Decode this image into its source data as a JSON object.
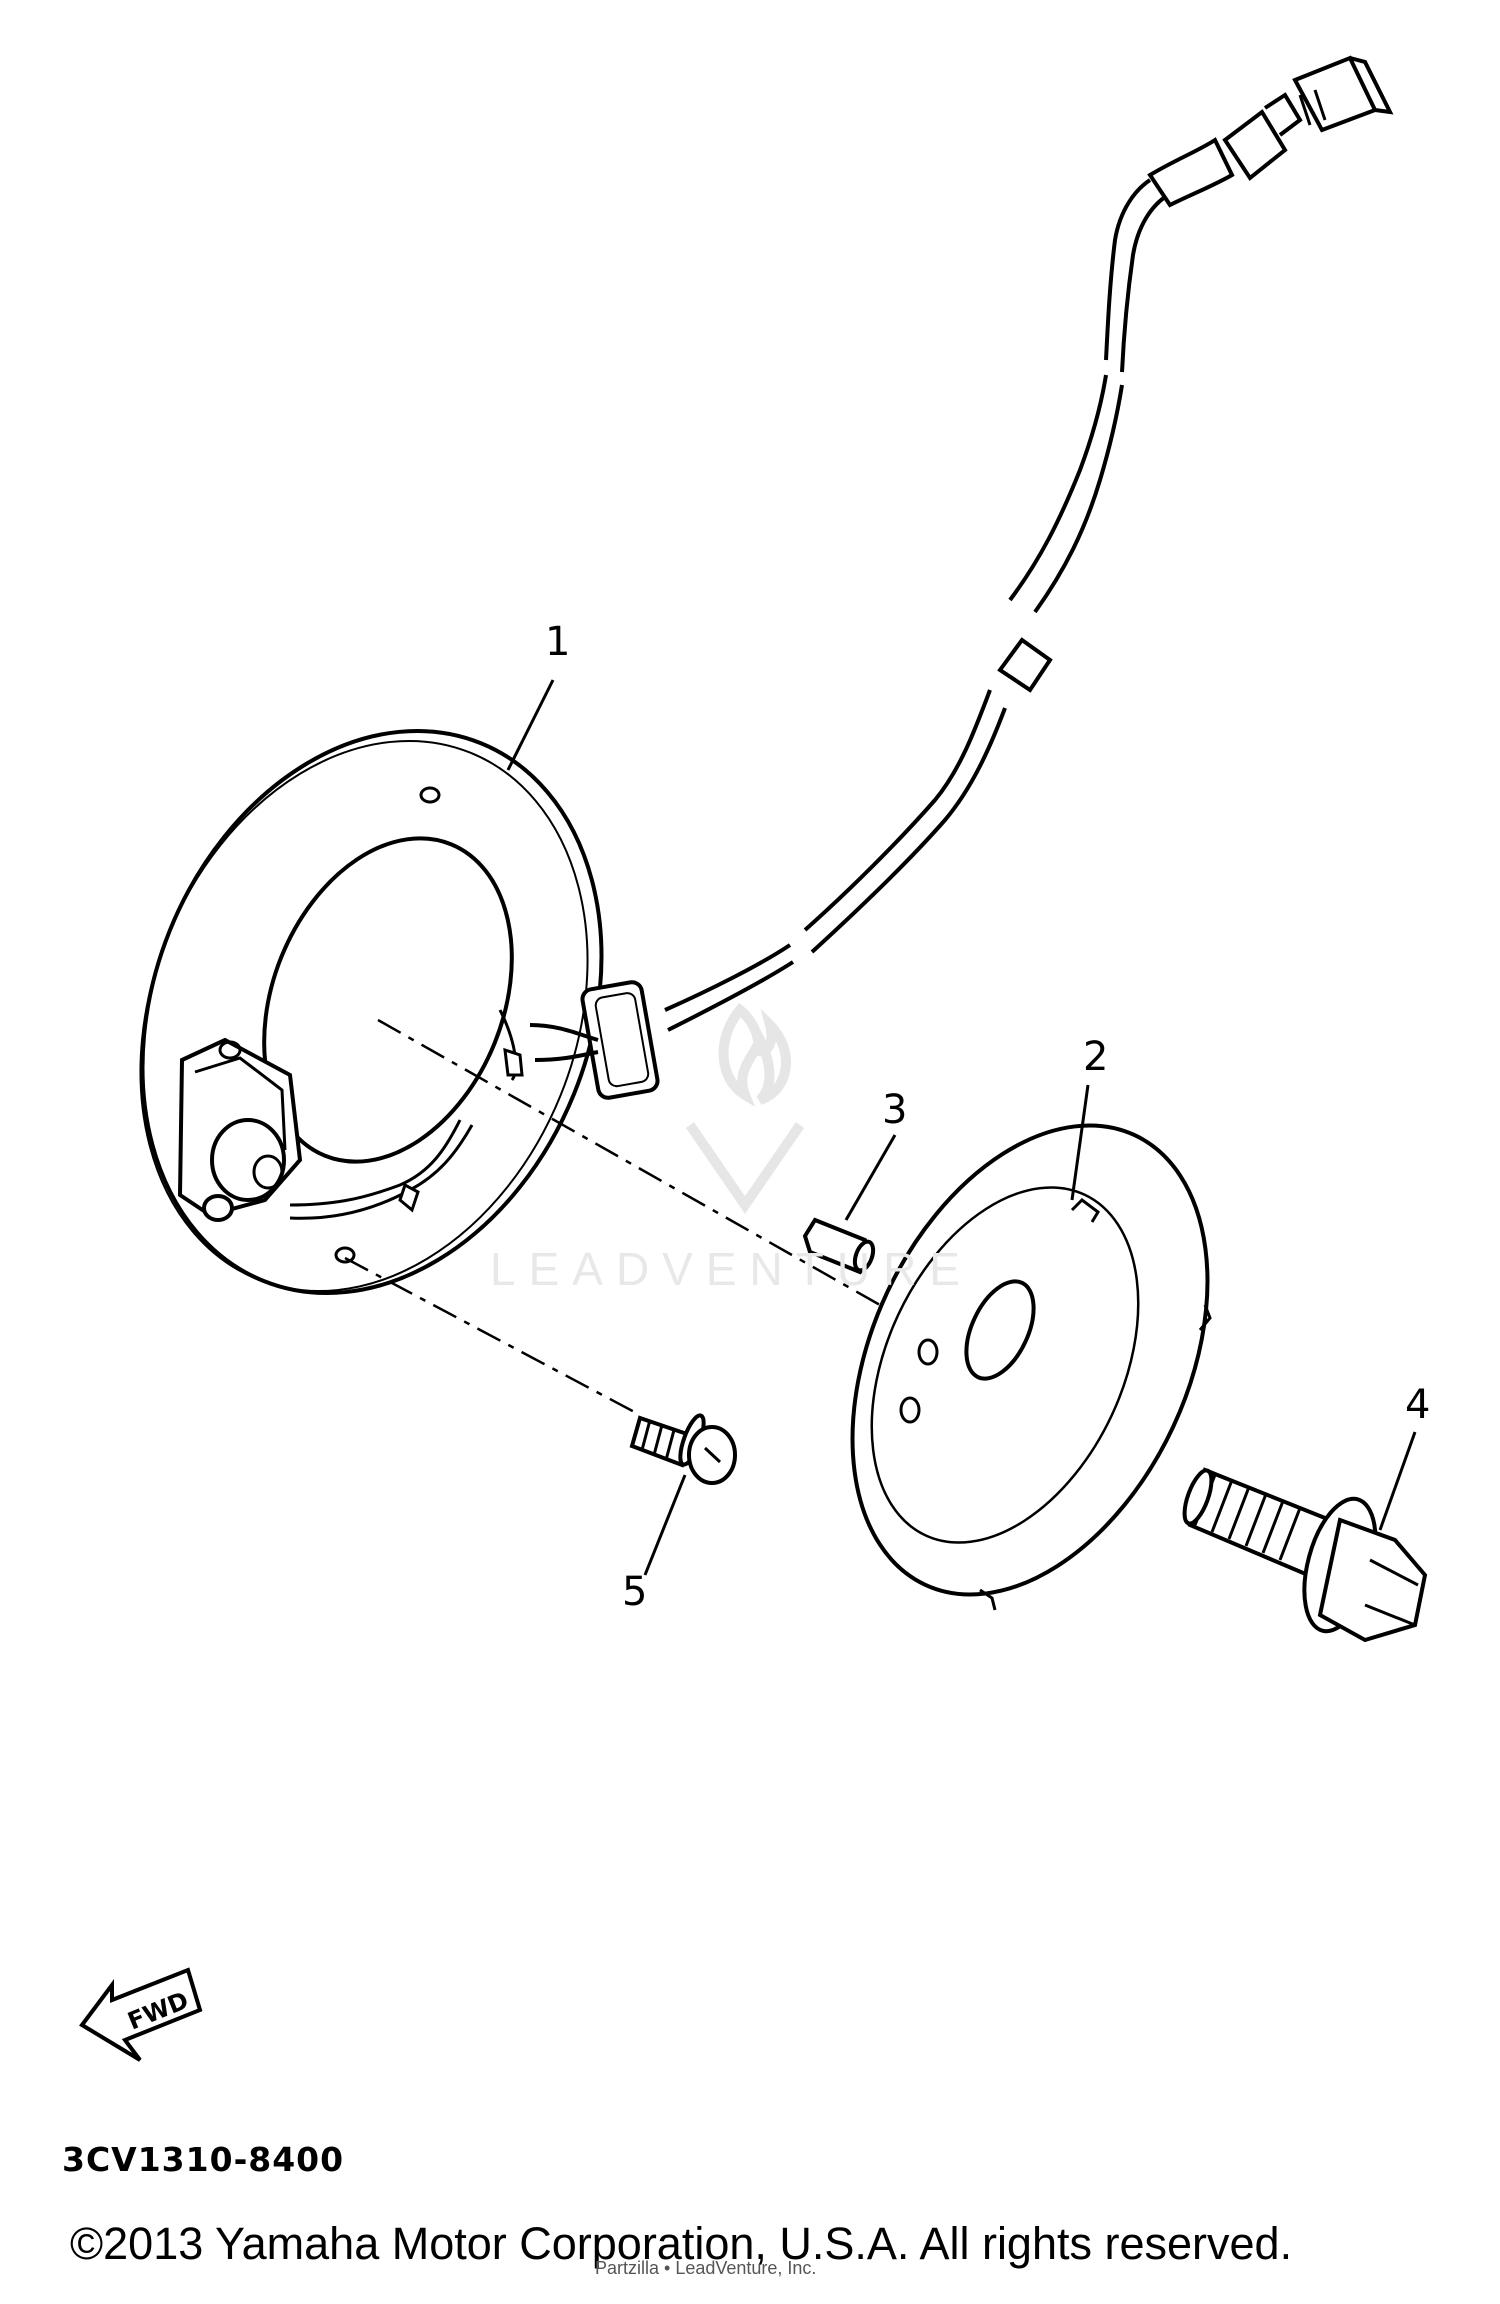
{
  "diagram_code": "3CV1310-8400",
  "copyright": "©2013 Yamaha Motor Corporation, U.S.A. All rights reserved.",
  "overprint_text": "Partzilla • LeadVenture, Inc.",
  "watermark": "LEADVENTURE",
  "fwd_label": "FWD",
  "part_labels": {
    "p1": "1",
    "p2": "2",
    "p3": "3",
    "p4": "4",
    "p5": "5"
  }
}
